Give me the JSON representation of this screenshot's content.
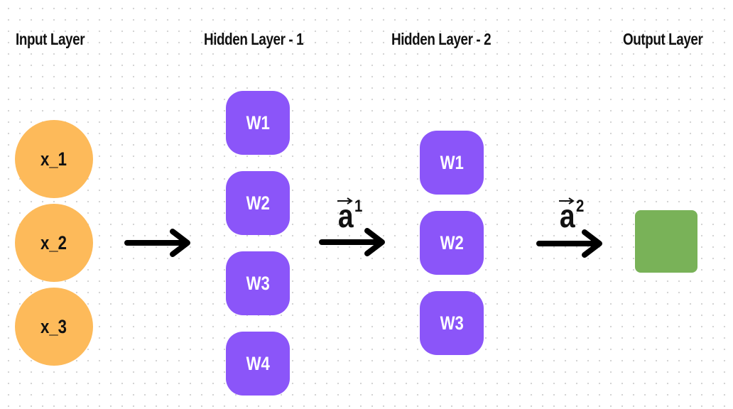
{
  "layers": {
    "input": {
      "title": "Input Layer",
      "nodes": [
        "x_1",
        "x_2",
        "x_3"
      ]
    },
    "hidden1": {
      "title": "Hidden Layer - 1",
      "nodes": [
        "W1",
        "W2",
        "W3",
        "W4"
      ]
    },
    "hidden2": {
      "title": "Hidden Layer - 2",
      "nodes": [
        "W1",
        "W2",
        "W3"
      ]
    },
    "output": {
      "title": "Output Layer"
    }
  },
  "activations": [
    {
      "symbol": "a",
      "superscript": "1"
    },
    {
      "symbol": "a",
      "superscript": "2"
    }
  ],
  "colors": {
    "input_node": "#fdba5a",
    "weight_node": "#8b55f9",
    "output_node": "#79b258",
    "arrow": "#000000"
  }
}
